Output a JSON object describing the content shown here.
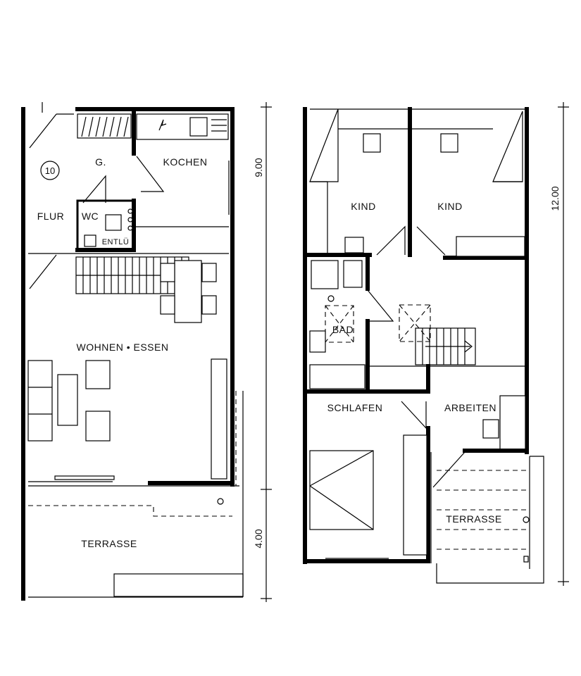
{
  "ground_floor": {
    "unit_number": "10",
    "rooms": {
      "garderobe": "G.",
      "kochen": "KOCHEN",
      "flur": "FLUR",
      "wc": "WC",
      "entlueftung": "ENTLÜ",
      "wohnen_essen": "WOHNEN • ESSEN",
      "terrasse": "TERRASSE"
    },
    "dimensions": {
      "house_depth": "9.00",
      "terrace_depth": "4.00"
    }
  },
  "upper_floor": {
    "rooms": {
      "kind_left": "KIND",
      "kind_right": "KIND",
      "bad": "BAD",
      "schlafen": "SCHLAFEN",
      "arbeiten": "ARBEITEN",
      "terrasse": "TERRASSE"
    },
    "dimensions": {
      "total_depth": "12.00"
    }
  }
}
